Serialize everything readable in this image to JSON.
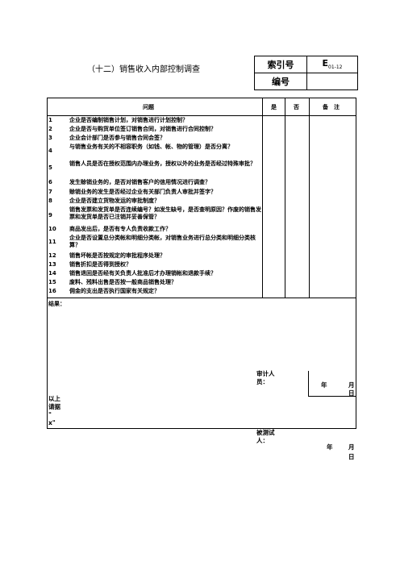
{
  "title": "（十二）销售收入内部控制调查",
  "index_box": {
    "index_label": "索引号",
    "index_value_main": "E",
    "index_value_sub": "01-12",
    "number_label": "编号"
  },
  "table": {
    "col_question": "问题",
    "col_yes": "是",
    "col_no": "否",
    "col_remark": "备　注",
    "rows": [
      {
        "n": "1",
        "q": "企业是否编制销售计划，对销售进行计划控制？"
      },
      {
        "n": "2",
        "q": "企业是否与购货单位签订销售合同，对销售进行合同控制？"
      },
      {
        "n": "3",
        "q": "企业会计部门是否参与销售合同会签？"
      },
      {
        "n": "4",
        "q": "与销售业务有关的不相容职务（如钱、帐、物的管理）是否分离？"
      },
      {
        "n": "5",
        "q": "销售人员是否在授权范围内办理业务，授权以外的业务是否经过特殊审批？"
      },
      {
        "n": "6",
        "q": "发生赊销业务的，是否对销售客户的信用情况进行调查？"
      },
      {
        "n": "7",
        "q": "赊销业务的发生是否经过企业有关部门负责人审批并签字？"
      },
      {
        "n": "8",
        "q": "企业是否建立货物发运的审批制度？"
      },
      {
        "n": "9",
        "q": "销售发票和发货单是否连续编号？如发生缺号，是否查明原因？作废的销售发票和发货单是否已注销并妥善保管？"
      },
      {
        "n": "10",
        "q": "商品发出后，是否有专人负责收款工作？"
      },
      {
        "n": "11",
        "q": "企业是否设置总分类帐和明细分类帐，对销售业务进行总分类和明细分类核算？"
      },
      {
        "n": "12",
        "q": "销售坏帐是否按规定的审批程序处理？"
      },
      {
        "n": "13",
        "q": "销售折扣是否得到授权？"
      },
      {
        "n": "14",
        "q": "销售退回是否经有关负责人批准后才办理销帐和退款手续？"
      },
      {
        "n": "15",
        "q": "废料、残料出售是否按一般商品销售处理？"
      },
      {
        "n": "16",
        "q": "佣金的支出是否执行国家有关规定？"
      }
    ],
    "result_label": "结果："
  },
  "signatures": {
    "auditor_label_1": "审计人",
    "auditor_label_2": "员：",
    "auditor_year": "年",
    "auditor_month": "月",
    "auditor_day": "日",
    "left_note_1": "以上",
    "left_note_2": "请据",
    "left_note_3": "\"",
    "left_note_4": "x\"",
    "tested_label_1": "被测试",
    "tested_label_2": "人：",
    "tested_year": "年",
    "tested_month": "月",
    "tested_day": "日"
  }
}
